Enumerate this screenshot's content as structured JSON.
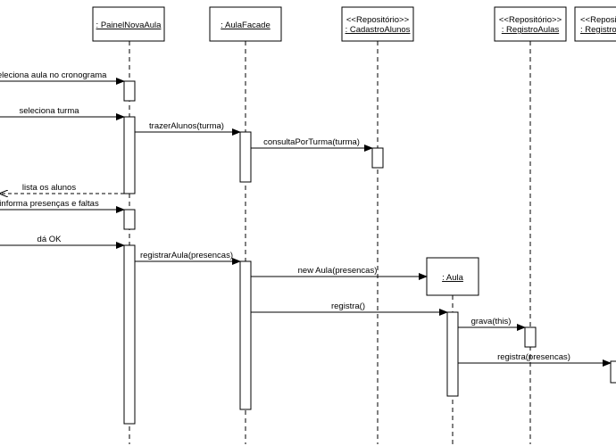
{
  "participants": [
    {
      "id": "painel",
      "stereotype": "",
      "label": ": PainelNovaAula"
    },
    {
      "id": "facade",
      "stereotype": "",
      "label": ": AulaFacade"
    },
    {
      "id": "cadastro",
      "stereotype": "<<Repositório>>",
      "label": ": CadastroAlunos"
    },
    {
      "id": "registro",
      "stereotype": "<<Repositório>>",
      "label": ": RegistroAulas"
    },
    {
      "id": "registro_f",
      "stereotype": "<<Repositório>>",
      "label": ": RegistroF"
    },
    {
      "id": "aula",
      "stereotype": "",
      "label": ": Aula"
    }
  ],
  "messages": [
    {
      "id": "m1",
      "label": "Seleciona aula no cronograma",
      "kind": "sync"
    },
    {
      "id": "m2",
      "label": "seleciona turma",
      "kind": "sync"
    },
    {
      "id": "m3",
      "label": "trazerAlunos(turma)",
      "kind": "sync"
    },
    {
      "id": "m4",
      "label": "consultaPorTurma(turma)",
      "kind": "sync"
    },
    {
      "id": "m5",
      "label": "lista os alunos",
      "kind": "return"
    },
    {
      "id": "m6",
      "label": "informa presenças e faltas",
      "kind": "sync"
    },
    {
      "id": "m7",
      "label": "dá OK",
      "kind": "sync"
    },
    {
      "id": "m8",
      "label": "registrarAula(presencas)",
      "kind": "sync"
    },
    {
      "id": "m9",
      "label": "new Aula(presencas)",
      "kind": "create"
    },
    {
      "id": "m10",
      "label": "registra()",
      "kind": "sync"
    },
    {
      "id": "m11",
      "label": "grava(this)",
      "kind": "sync"
    },
    {
      "id": "m12",
      "label": "registra(presencas)",
      "kind": "sync"
    }
  ]
}
